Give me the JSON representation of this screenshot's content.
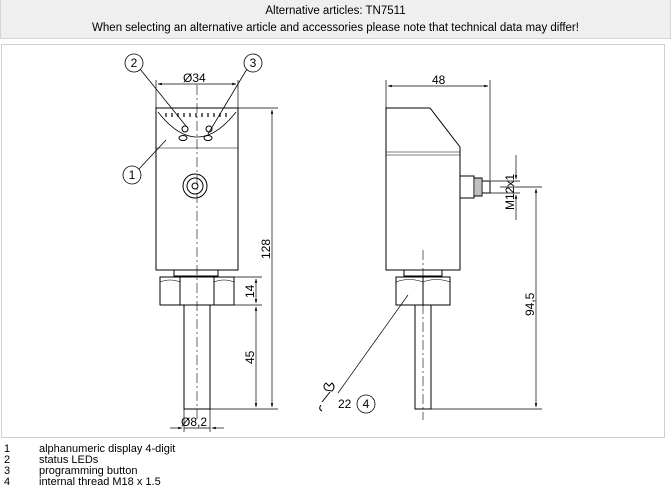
{
  "notice": {
    "line1": "Alternative articles: TN7511",
    "line2": "When selecting an alternative article and accessories please note that technical data may differ!"
  },
  "drawing": {
    "dimensions": {
      "diameter_top": "Ø34",
      "width_side": "48",
      "height_total": "128",
      "thread_len": "14",
      "probe_len": "45",
      "probe_diam": "Ø8,2",
      "connector": "M12x1",
      "side_height": "94,5",
      "wrench": "22"
    },
    "callouts": [
      "1",
      "2",
      "3",
      "4"
    ]
  },
  "legend": [
    {
      "num": "1",
      "text": "alphanumeric display 4-digit"
    },
    {
      "num": "2",
      "text": "status LEDs"
    },
    {
      "num": "3",
      "text": "programming button"
    },
    {
      "num": "4",
      "text": "internal thread M18 x 1.5"
    }
  ]
}
